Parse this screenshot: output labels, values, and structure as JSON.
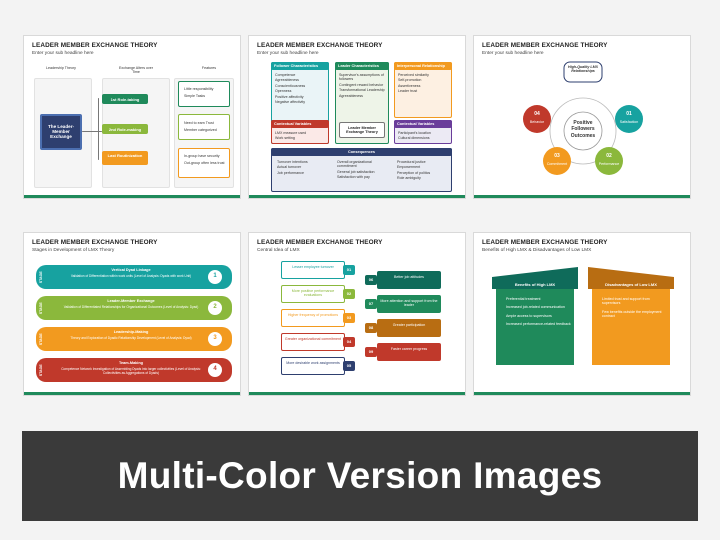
{
  "slides": [
    {
      "title": "LEADER MEMBER EXCHANGE THEORY",
      "subtitle": "Enter your sub headline here",
      "col1": "Leadership Theory",
      "col2": "Exchange Alters over Time",
      "col3": "Features",
      "center": "The Leader-Member Exchange",
      "stage1": "1st Role-taking",
      "stage2": "2nd Role-making",
      "stage3": "Last Routinization",
      "f1a": "Little responsibility",
      "f1b": "Simple Tasks",
      "f2a": "Need to earn Trust",
      "f2b": "Member categorized",
      "f3a": "In-group have security",
      "f3b": "Out-group often less trust"
    },
    {
      "title": "LEADER MEMBER EXCHANGE THEORY",
      "subtitle": "Enter your sub headline here",
      "h1": "Follower Characteristics",
      "h2": "Leader Characteristics",
      "h3": "Interpersonal Relationship",
      "l1": [
        "Competence",
        "Agreeableness",
        "Conscientiousness",
        "Openness",
        "Positive affectivity",
        "Negative affectivity"
      ],
      "l2": [
        "Supervisor's assumptions of followers",
        "Contingent reward behavior",
        "Transformational Leadership",
        "Agreeableness"
      ],
      "l3": [
        "Perceived similarity",
        "Self-promotion",
        "Assertiveness",
        "Leader trust"
      ],
      "center": "Leader Member Exchange Theory",
      "h4": "Contextual Variables",
      "l4": [
        "LMX measure used",
        "Work setting"
      ],
      "h5": "Contextual Variables",
      "l5": [
        "Participant's location",
        "Cultural dimensions"
      ],
      "h6": "Consequences",
      "c1": [
        "Turnover intentions",
        "Actual turnover",
        "Job performance"
      ],
      "c2": [
        "Overall organizational commitment",
        "General job satisfaction",
        "Satisfaction with pay"
      ],
      "c3": [
        "Procedural justice",
        "Empowerment",
        "Perception of politics",
        "Role ambiguity"
      ]
    },
    {
      "title": "LEADER MEMBER EXCHANGE THEORY",
      "subtitle": "Enter your sub headline here",
      "top": "High-Quality LMX Relationships",
      "center": "Positive Followers Outcomes",
      "n1": "01",
      "l1": "Satisfaction",
      "n2": "02",
      "l2": "Performance",
      "n3": "03",
      "l3": "Commitment",
      "n4": "04",
      "l4": "Behavior"
    },
    {
      "title": "LEADER MEMBER EXCHANGE THEORY",
      "subtitle": "Stages in Development of LMX Theory",
      "stage": "STAGE",
      "rows": [
        {
          "h": "Vertical Dyad Linkage",
          "d": "Validation of Differentiation within work units (Level of Analysis: Dyads with work Unit)",
          "n": "1"
        },
        {
          "h": "Leader-Member Exchange",
          "d": "Validation of Differentiated Relationships for Organizational Outcomes (Level of Analysis: Dyad)",
          "n": "2"
        },
        {
          "h": "Leadership-Making",
          "d": "Theory and Exploration of Dyadic Relationship Development (Level of Analysis: Dyad)",
          "n": "3"
        },
        {
          "h": "Team-Making",
          "d": "Competence Network Investigation of Assembling Dyads into larger collectivities (Level of Analysis: Collectivities as Aggregations of Dyads)",
          "n": "4"
        }
      ]
    },
    {
      "title": "LEADER MEMBER EXCHANGE THEORY",
      "subtitle": "Central Idea of LMX",
      "left": [
        {
          "t": "Lesser employee turnover",
          "n": "01"
        },
        {
          "t": "More positive performance evaluations",
          "n": "02"
        },
        {
          "t": "Higher frequency of promotions",
          "n": "03"
        },
        {
          "t": "Greater organizational commitment",
          "n": "04"
        },
        {
          "t": "More desirable work assignments",
          "n": "05"
        }
      ],
      "right": [
        {
          "t": "Better job attitudes",
          "n": "06"
        },
        {
          "t": "More attention and support from the leader",
          "n": "07"
        },
        {
          "t": "Greater participation",
          "n": "08"
        },
        {
          "t": "Faster career progress",
          "n": "09"
        }
      ]
    },
    {
      "title": "LEADER MEMBER EXCHANGE THEORY",
      "subtitle": "Benefits of High LMX & Disadvantages of Low LMX",
      "h1": "Benefits of High LMX",
      "b1": [
        "Preferential treatment",
        "Increased job-related communication",
        "Ample access to supervisors",
        "Increased performance-related feedback"
      ],
      "h2": "Disadvantages of Low LMX",
      "b2": [
        "Limited trust and support from supervisors",
        "Few benefits outside the employment contract"
      ]
    }
  ],
  "banner": "Multi-Color Version Images",
  "colors": {
    "green": "#1f8a5b",
    "teal": "#17a2a0",
    "orange": "#f29a1f",
    "red": "#c0392b",
    "purple": "#6a3d9a",
    "navy": "#2e3f6f",
    "darkgreen": "#0f6b5a",
    "banner": "#3a3a3a"
  }
}
